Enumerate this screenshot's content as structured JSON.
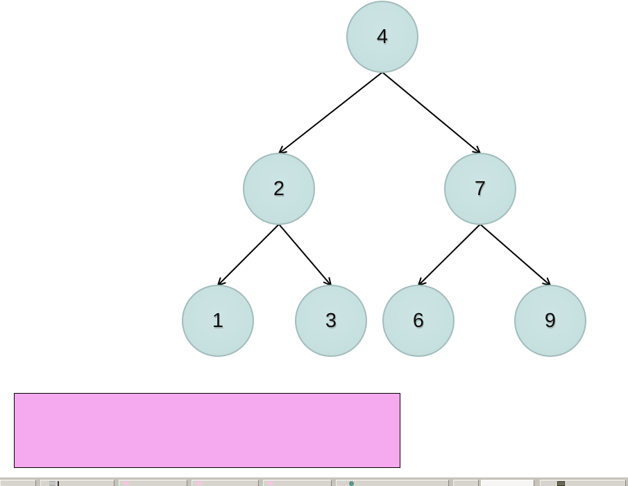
{
  "tree": {
    "kind": "binary-search-tree",
    "nodes": [
      {
        "id": "root",
        "value": "4"
      },
      {
        "id": "left",
        "value": "2"
      },
      {
        "id": "right",
        "value": "7"
      },
      {
        "id": "left-left",
        "value": "1"
      },
      {
        "id": "left-right",
        "value": "3"
      },
      {
        "id": "right-left",
        "value": "6"
      },
      {
        "id": "right-right",
        "value": "9"
      }
    ],
    "edges": [
      {
        "from": "4",
        "to": "2"
      },
      {
        "from": "4",
        "to": "7"
      },
      {
        "from": "2",
        "to": "1"
      },
      {
        "from": "2",
        "to": "3"
      },
      {
        "from": "7",
        "to": "6"
      },
      {
        "from": "7",
        "to": "9"
      }
    ],
    "node_fill_color": "#c7e0e0",
    "node_border_color": "#a2bcbc",
    "edge_color": "#000000"
  },
  "answer_box": {
    "fill_color": "#f5a9ee",
    "border_color": "#000000",
    "text": ""
  },
  "taskbar": {
    "button_count": 9,
    "active_button_index": 8
  }
}
